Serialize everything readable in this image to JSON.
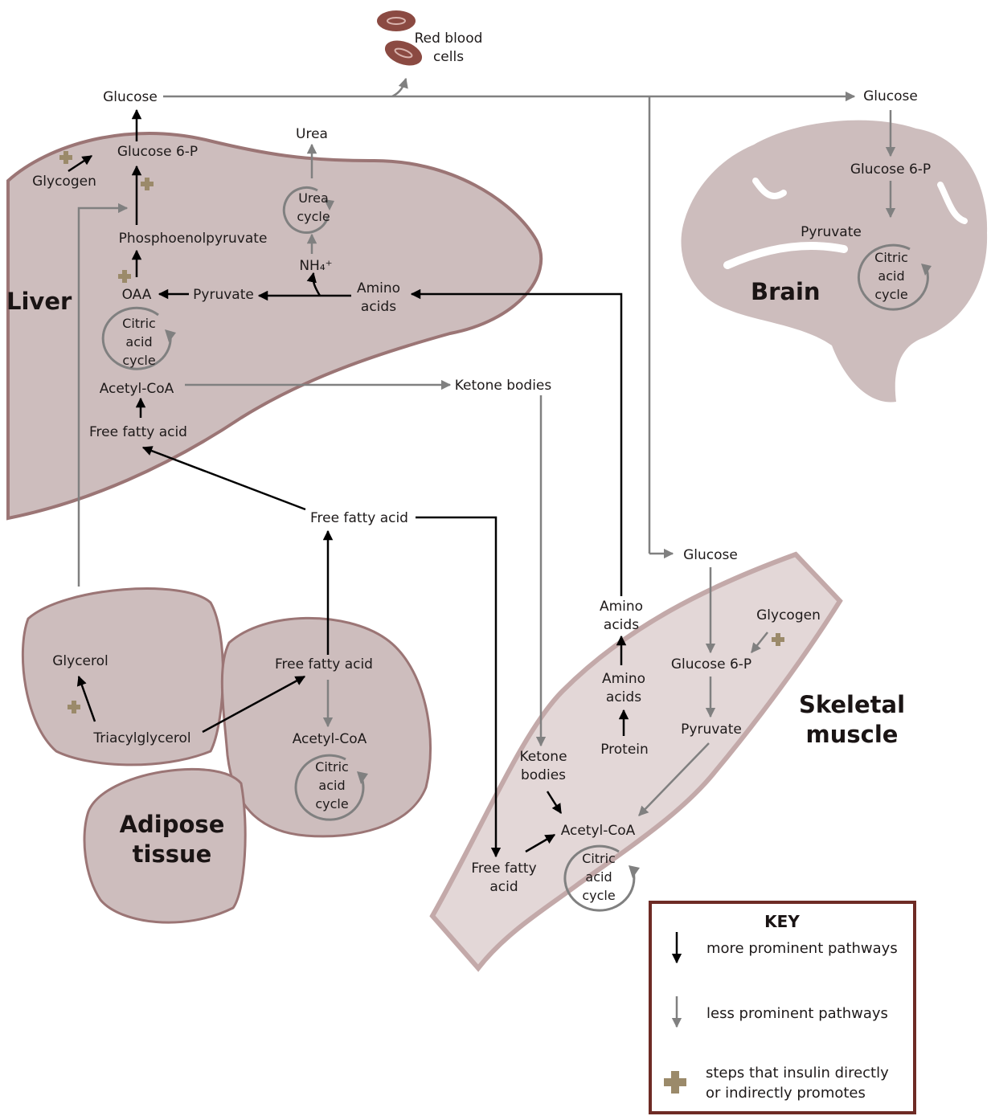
{
  "colors": {
    "organ_fill": "#cdbdbd",
    "organ_stroke": "#9b7575",
    "prominent_arrow": "#000000",
    "less_prominent_arrow": "#808080",
    "insulin_plus": "#9b8a6a",
    "key_border": "#6e2b25",
    "red_blood_cell": "#8b4a42"
  },
  "icons": {
    "insulin_marker": "plus-icon",
    "red_blood_cells": "red-blood-cell-icon"
  },
  "organs": {
    "liver": "Liver",
    "brain": "Brain",
    "adipose_line1": "Adipose",
    "adipose_line2": "tissue",
    "muscle_line1": "Skeletal",
    "muscle_line2": "muscle"
  },
  "top": {
    "rbc_line1": "Red blood",
    "rbc_line2": "cells",
    "glucose_left": "Glucose",
    "glucose_right": "Glucose"
  },
  "liver": {
    "glucose6p": "Glucose 6-P",
    "glycogen": "Glycogen",
    "urea": "Urea",
    "urea_cycle_1": "Urea",
    "urea_cycle_2": "cycle",
    "pep": "Phosphoenolpyruvate",
    "nh4": "NH₄⁺",
    "oaa": "OAA",
    "pyruvate": "Pyruvate",
    "amino_1": "Amino",
    "amino_2": "acids",
    "cac_1": "Citric",
    "cac_2": "acid",
    "cac_3": "cycle",
    "acetyl": "Acetyl-CoA",
    "ffa": "Free fatty acid"
  },
  "middle": {
    "ketone": "Ketone bodies",
    "ffa": "Free fatty acid"
  },
  "brain": {
    "glucose6p": "Glucose 6-P",
    "pyruvate": "Pyruvate",
    "cac_1": "Citric",
    "cac_2": "acid",
    "cac_3": "cycle"
  },
  "adipose": {
    "glycerol": "Glycerol",
    "tag": "Triacylglycerol",
    "ffa": "Free fatty acid",
    "acetyl": "Acetyl-CoA",
    "cac_1": "Citric",
    "cac_2": "acid",
    "cac_3": "cycle"
  },
  "muscle": {
    "glucose": "Glucose",
    "glycogen": "Glycogen",
    "glucose6p": "Glucose 6-P",
    "pyruvate": "Pyruvate",
    "amino_out_1": "Amino",
    "amino_out_2": "acids",
    "amino_in_1": "Amino",
    "amino_in_2": "acids",
    "protein": "Protein",
    "ketone_1": "Ketone",
    "ketone_2": "bodies",
    "acetyl": "Acetyl-CoA",
    "ffa_1": "Free fatty",
    "ffa_2": "acid",
    "cac_1": "Citric",
    "cac_2": "acid",
    "cac_3": "cycle"
  },
  "key": {
    "title": "KEY",
    "prominent": "more prominent pathways",
    "less": "less prominent pathways",
    "insulin_1": "steps that insulin directly",
    "insulin_2": "or indirectly promotes"
  }
}
